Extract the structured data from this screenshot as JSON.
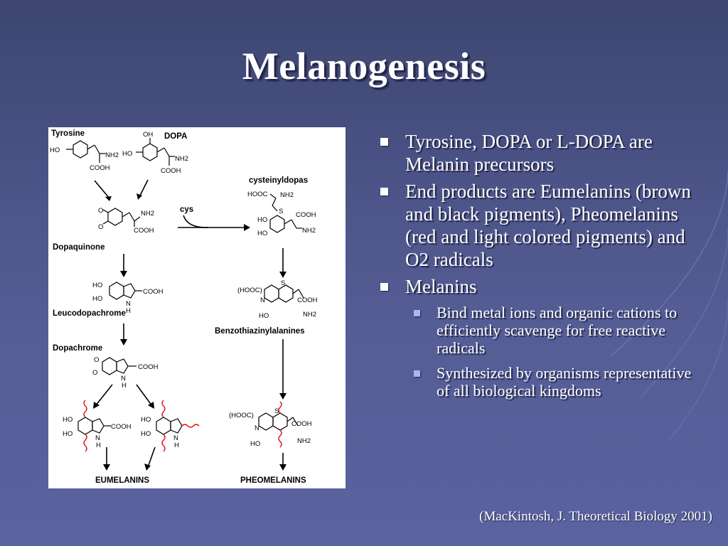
{
  "slide": {
    "title": "Melanogenesis",
    "citation": "(MacKintosh, J. Theoretical Biology 2001)"
  },
  "figure": {
    "labels": {
      "tyrosine": "Tyrosine",
      "dopa": "DOPA",
      "dopaquinone": "Dopaquinone",
      "cysteinyldopas": "cysteinyldopas",
      "cys": "cys",
      "leucodopachrome": "Leucodopachrome",
      "benzothiazinylalanines": "Benzothiazinylalanines",
      "dopachrome": "Dopachrome",
      "eumelanins": "EUMELANINS",
      "pheomelanins": "PHEOMELANINS"
    },
    "chem": {
      "ho": "HO",
      "oh": "OH",
      "nh2": "NH2",
      "cooh": "COOH",
      "hooc": "HOOC",
      "hooc_paren": "(HOOC)",
      "o": "O",
      "o_minus": "O",
      "s": "S",
      "n": "N",
      "h": "H"
    }
  },
  "bullets": [
    {
      "text": "Tyrosine, DOPA or L-DOPA are Melanin precursors"
    },
    {
      "text": "End products are Eumelanins (brown and black pigments), Pheomelanins (red and light colored pigments) and O2 radicals"
    },
    {
      "text": "Melanins",
      "sub": [
        {
          "text": "Bind metal ions and organic cations to efficiently scavenge for free reactive radicals"
        },
        {
          "text": "Synthesized by organisms representative of all biological kingdoms"
        }
      ]
    }
  ],
  "colors": {
    "background": "#4a5285",
    "text": "#ffffff",
    "sub_bullet": "#a8b4ff",
    "wavy_bond": "#dd1111"
  }
}
